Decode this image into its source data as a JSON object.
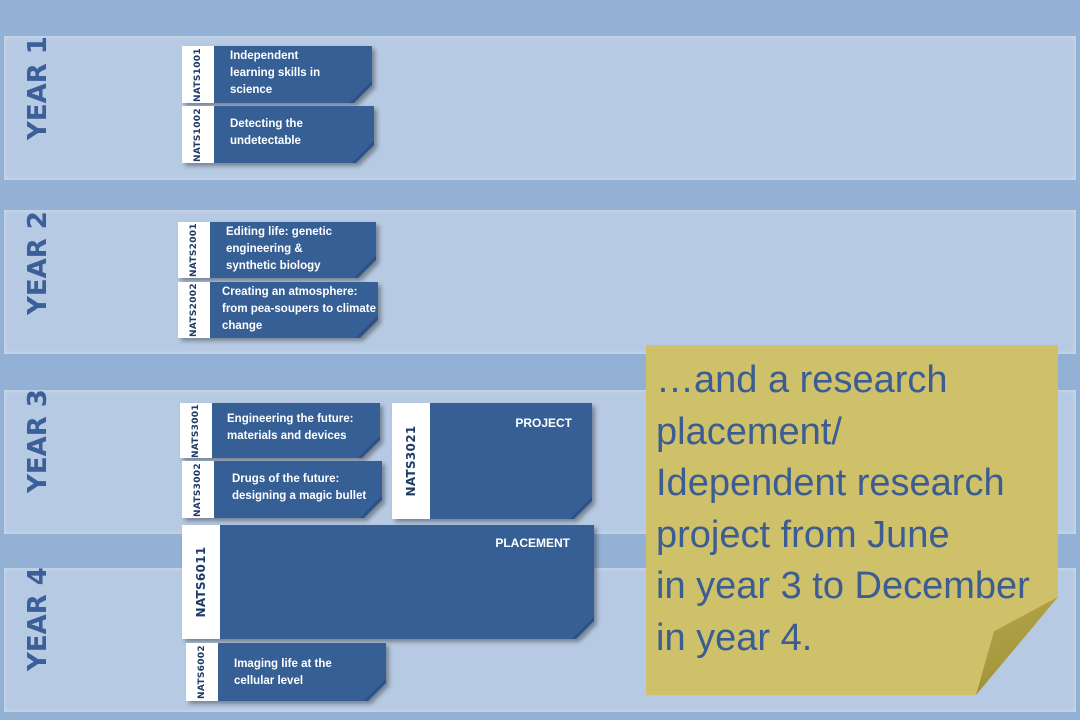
{
  "years": [
    "YEAR 1",
    "YEAR 2",
    "YEAR 3",
    "YEAR 4"
  ],
  "modules": {
    "nats1001": {
      "code": "NATS1001",
      "title": "Independent learning skills in science"
    },
    "nats1002": {
      "code": "NATS1002",
      "title": "Detecting the undetectable"
    },
    "nats2001": {
      "code": "NATS2001",
      "title": "Editing life: genetic engineering & synthetic biology"
    },
    "nats2002": {
      "code": "NATS2002",
      "title": "Creating an atmosphere: from pea-soupers to climate change"
    },
    "nats3001": {
      "code": "NATS3001",
      "title": "Engineering the future: materials and devices"
    },
    "nats3002": {
      "code": "NATS3002",
      "title": "Drugs of the future: designing a magic bullet"
    },
    "nats3021": {
      "code": "NATS3021",
      "title": "PROJECT"
    },
    "nats6011": {
      "code": "NATS6011",
      "title": "PLACEMENT"
    },
    "nats6002": {
      "code": "NATS6002",
      "title": "Imaging life at the cellular level"
    }
  },
  "note": {
    "lines": [
      "…and a research",
      "placement/",
      "Idependent research",
      "project from June",
      "in year 3 to December",
      "in year 4."
    ]
  }
}
